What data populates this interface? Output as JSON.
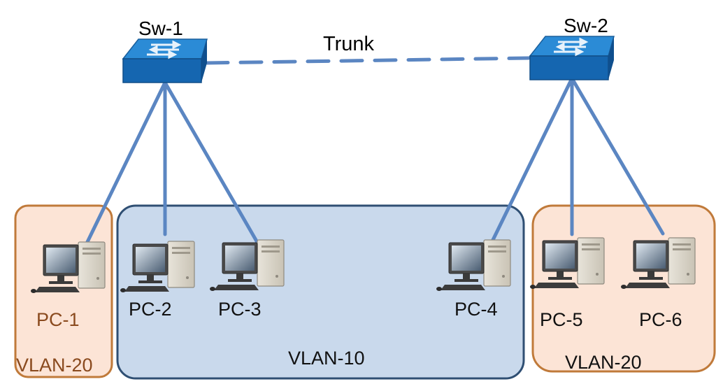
{
  "switches": [
    {
      "label": "Sw-1"
    },
    {
      "label": "Sw-2"
    }
  ],
  "trunk_label": "Trunk",
  "vlans": [
    {
      "label": "VLAN-20"
    },
    {
      "label": "VLAN-10"
    },
    {
      "label": "VLAN-20"
    }
  ],
  "pcs": [
    {
      "label": "PC-1",
      "vlan": "VLAN-20",
      "switch": "Sw-1"
    },
    {
      "label": "PC-2",
      "vlan": "VLAN-10",
      "switch": "Sw-1"
    },
    {
      "label": "PC-3",
      "vlan": "VLAN-10",
      "switch": "Sw-1"
    },
    {
      "label": "PC-4",
      "vlan": "VLAN-10",
      "switch": "Sw-2"
    },
    {
      "label": "PC-5",
      "vlan": "VLAN-20",
      "switch": "Sw-2"
    },
    {
      "label": "PC-6",
      "vlan": "VLAN-20",
      "switch": "Sw-2"
    }
  ],
  "colors": {
    "vlan20_fill": "#fce4d6",
    "vlan20_stroke": "#c07a3a",
    "vlan10_fill": "#c9d9ec",
    "vlan10_stroke": "#2f4f73",
    "link": "#5b86c2",
    "switch_top": "#2b8bd6",
    "switch_front": "#1566b0",
    "pc_label_20": "#8a4a1e",
    "pc_label_10": "#111111"
  }
}
